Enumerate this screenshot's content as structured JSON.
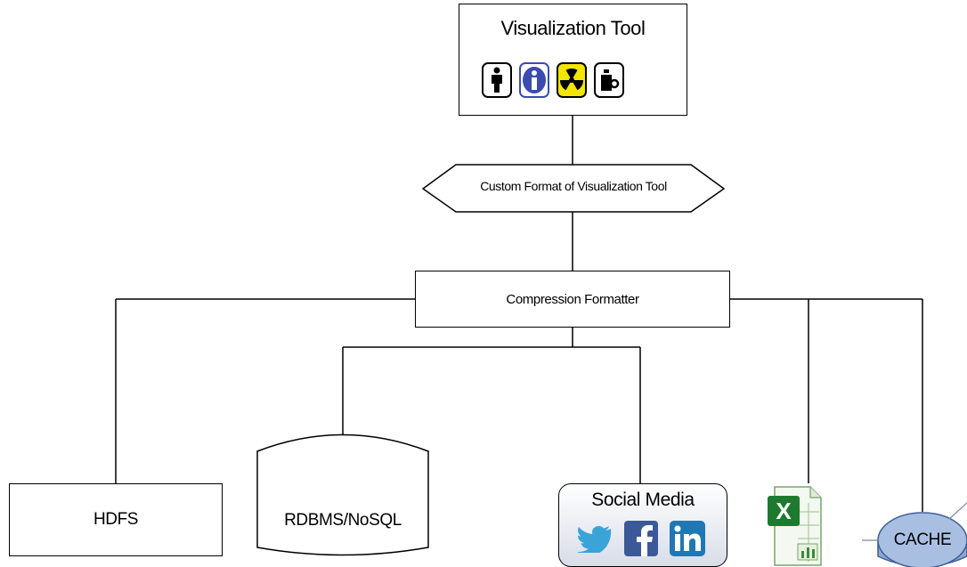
{
  "visualization_tool": {
    "title": "Visualization Tool",
    "icons": [
      "person-icon",
      "info-icon",
      "radiation-icon",
      "mug-icon"
    ]
  },
  "custom_format": {
    "label": "Custom Format of Visualization Tool"
  },
  "compression": {
    "label": "Compression Formatter"
  },
  "hdfs": {
    "label": "HDFS"
  },
  "rdbms": {
    "label": "RDBMS/NoSQL"
  },
  "social_media": {
    "title": "Social Media",
    "icons": [
      "twitter-icon",
      "facebook-icon",
      "linkedin-icon"
    ],
    "colors": {
      "twitter": "#3aa3d8",
      "facebook": "#3b5998",
      "linkedin": "#1f78b4"
    }
  },
  "excel": {
    "icon": "excel-icon",
    "color": "#1e7a2e"
  },
  "cache": {
    "label": "CACHE",
    "color": "#a9bfe2"
  }
}
